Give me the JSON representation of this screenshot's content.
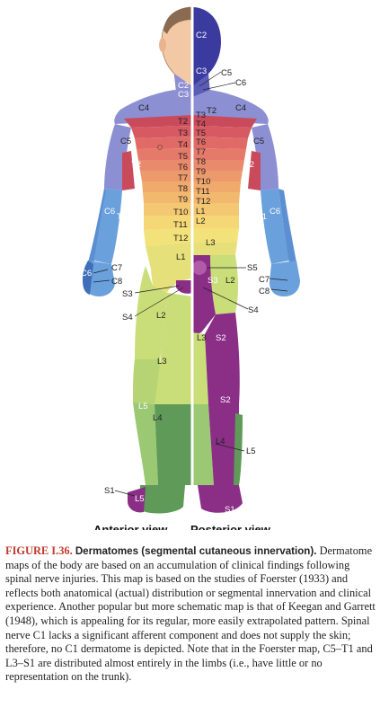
{
  "views": {
    "anterior": "Anterior view",
    "posterior": "Posterior view"
  },
  "labels": {
    "c2_head": "C2",
    "c3_post": "C3",
    "c5_top": "C5",
    "c6_top": "C6",
    "c2_neck": "C2",
    "c3_neck": "C3",
    "c4_left": "C4",
    "c4_right": "C4",
    "t2_post": "T2",
    "t2_a": "T2",
    "t3_a": "T3",
    "t4_a": "T4",
    "t5_a": "T5",
    "t6_a": "T6",
    "t7_a": "T7",
    "t8_a": "T8",
    "t9_a": "T9",
    "t10_a": "T10",
    "t11_a": "T11",
    "t12_a": "T12",
    "t3_p": "T3",
    "t4_p": "T4",
    "t5_p": "T5",
    "t6_p": "T6",
    "t7_p": "T7",
    "t8_p": "T8",
    "t9_p": "T9",
    "t10_p": "T10",
    "t11_p": "T11",
    "t12_p": "T12",
    "l1_p": "L1",
    "l2_p": "L2",
    "c5_left": "C5",
    "c5_right": "C5",
    "t2_arm_left": "T2",
    "t2_arm_right": "T2",
    "c6_left": "C6",
    "t1_left": "T1",
    "t1_right": "T1",
    "c6_right": "C6",
    "l1_a": "L1",
    "l3_p": "L3",
    "c6_hand": "C6",
    "c7_left": "C7",
    "c8_left": "C8",
    "s5": "S5",
    "c7_right": "C7",
    "c8_right": "C8",
    "s3_p": "S3",
    "l2_pb": "L2",
    "s3_a": "S3",
    "s4_a": "S4",
    "s4_p": "S4",
    "l2_a": "L2",
    "l3_pb": "L3",
    "s2_p": "S2",
    "l3_a": "L3",
    "s2_leg": "S2",
    "l5_a": "L5",
    "l4_a": "L4",
    "l4_p": "L4",
    "l5_p": "L5",
    "s1_a": "S1",
    "l5_foot": "L5",
    "s1_p": "S1"
  },
  "caption": {
    "figure_number": "FIGURE I.36.",
    "figure_title": "Dermatomes (segmental cutaneous innervation).",
    "text": "Dermatome maps of the body are based on an accumulation of clinical findings following spinal nerve injuries. This map is based on the studies of Foerster (1933) and reflects both anatomical (actual) distribution or segmental innervation and clinical experience. Another popular but more schematic map is that of Keegan and Garrett (1948), which is appealing for its regular, more easily extrapolated pattern. Spinal nerve C1 lacks a significant afferent component and does not supply the skin; therefore, no C1 dermatome is depicted. Note that in the Foerster map, C5–T1 and L3–S1 are distributed almost entirely in the limbs (i.e., have little or no representation on the trunk)."
  },
  "colors": {
    "cervical_head": "#3b3a9e",
    "c3_c4": "#8d8fd3",
    "c5_c6_arm": "#5b8fd1",
    "c7_c8_hand": "#6aa0dc",
    "thoracic_upper": "#c94a5a",
    "thoracic_mid": "#e07a66",
    "thoracic_lower": "#f0b06a",
    "lumbar_upper": "#f3e27a",
    "lumbar_mid": "#c9dd78",
    "l3_l4": "#9bc873",
    "l5": "#5f9a58",
    "sacral": "#8a2e86",
    "skin": "#f2c9a4"
  }
}
